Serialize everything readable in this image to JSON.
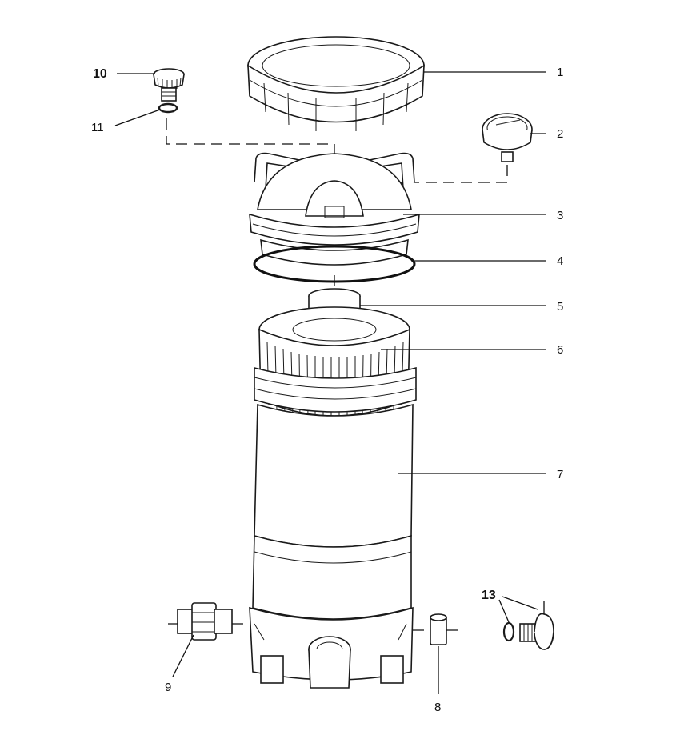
{
  "callouts": [
    {
      "id": "1",
      "label": "1"
    },
    {
      "id": "2",
      "label": "2"
    },
    {
      "id": "3",
      "label": "3"
    },
    {
      "id": "4",
      "label": "4"
    },
    {
      "id": "5",
      "label": "5"
    },
    {
      "id": "6",
      "label": "6"
    },
    {
      "id": "7",
      "label": "7"
    },
    {
      "id": "8",
      "label": "8"
    },
    {
      "id": "9",
      "label": "9"
    },
    {
      "id": "10",
      "label": "10"
    },
    {
      "id": "11",
      "label": "11"
    },
    {
      "id": "13",
      "label": "13"
    }
  ]
}
